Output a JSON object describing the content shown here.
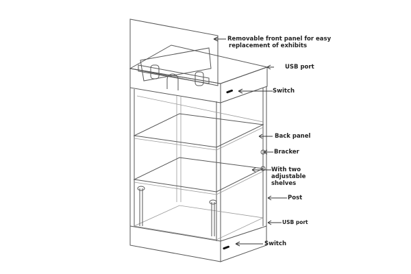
{
  "labels": {
    "front_panel": "Removable front panel for easy replacement of exhibits",
    "front_panel_line1": "Removable front panel for easy",
    "front_panel_line2": "replacement of exhibits",
    "usb_port_top": "USB port",
    "switch_top": "Switch",
    "back_panel": "Back panel",
    "bracker": "Bracker",
    "shelves_line1": "With two",
    "shelves_line2": "adjustable",
    "shelves_line3": "shelves",
    "post": "Post",
    "usb_port_bottom": "USB port",
    "switch_bottom": "Switch"
  }
}
